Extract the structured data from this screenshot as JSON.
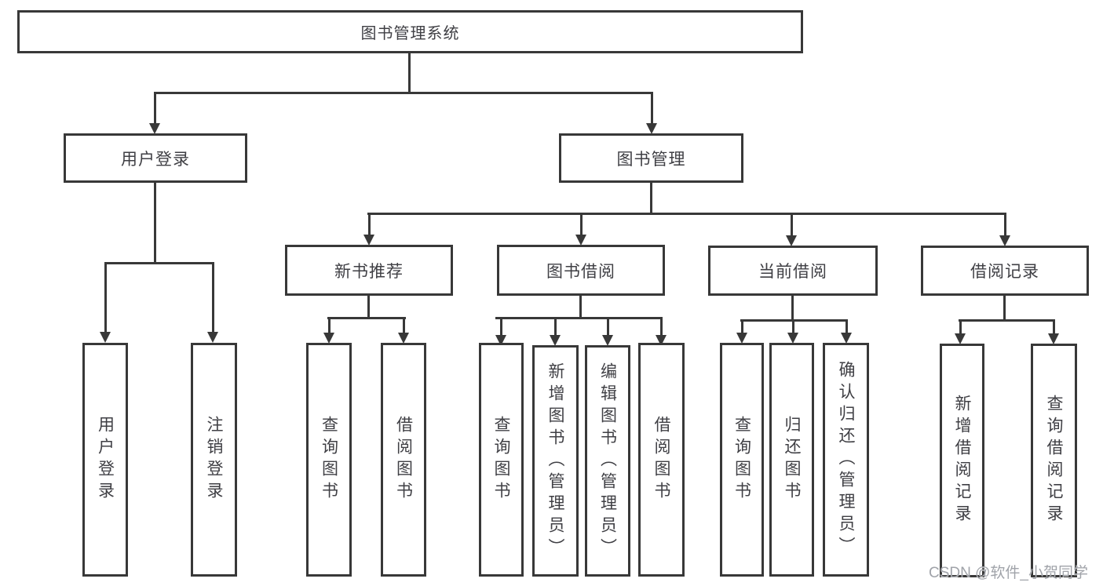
{
  "tree": {
    "label": "图书管理系统",
    "children": [
      {
        "label": "用户登录",
        "children": [
          {
            "label": "用户登录"
          },
          {
            "label": "注销登录"
          }
        ]
      },
      {
        "label": "图书管理",
        "children": [
          {
            "label": "新书推荐",
            "children": [
              {
                "label": "查询图书"
              },
              {
                "label": "借阅图书"
              }
            ]
          },
          {
            "label": "图书借阅",
            "children": [
              {
                "label": "查询图书"
              },
              {
                "label": "新增图书（管理员）"
              },
              {
                "label": "编辑图书（管理员）"
              },
              {
                "label": "借阅图书"
              }
            ]
          },
          {
            "label": "当前借阅",
            "children": [
              {
                "label": "查询图书"
              },
              {
                "label": "归还图书"
              },
              {
                "label": "确认归还（管理员）"
              }
            ]
          },
          {
            "label": "借阅记录",
            "children": [
              {
                "label": "新增借阅记录"
              },
              {
                "label": "查询借阅记录"
              }
            ]
          }
        ]
      }
    ]
  },
  "watermark": "CSDN @软件_小贺同学",
  "colors": {
    "line": "#383838",
    "box_border": "#383838",
    "text": "#3f3f44",
    "watermark": "#a0a3a9",
    "background": "#ffffff"
  }
}
